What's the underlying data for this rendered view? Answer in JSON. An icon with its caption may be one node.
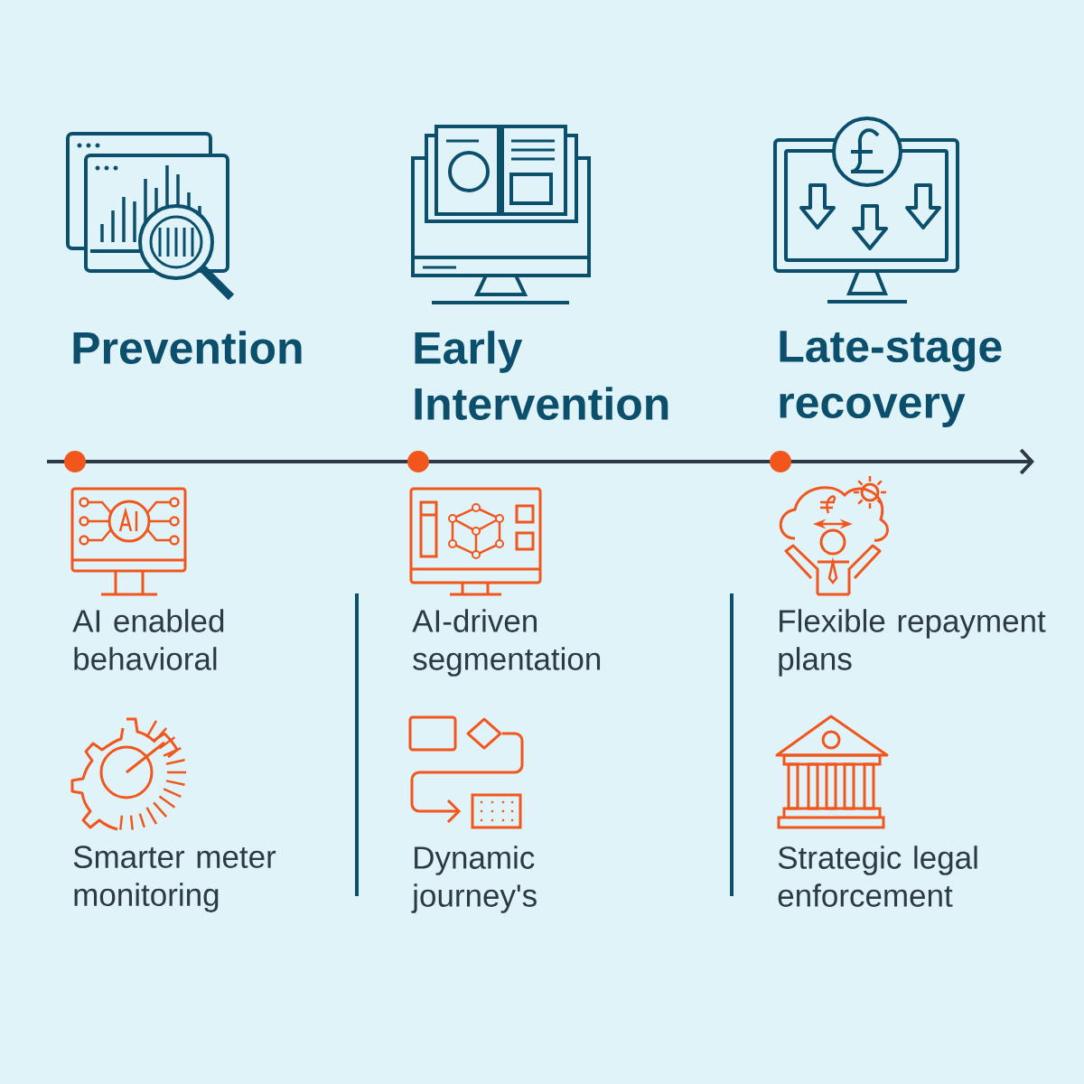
{
  "diagram": {
    "labels": [
      "Prevention",
      "Early Intervention",
      "Late-stage recovery",
      "AI enabled behavioral",
      "AI-driven segmentation",
      "Flexible repayment plans",
      "Smarter meter monitoring",
      "Dynamic journey's",
      "Strategic legal enforcement"
    ]
  }
}
